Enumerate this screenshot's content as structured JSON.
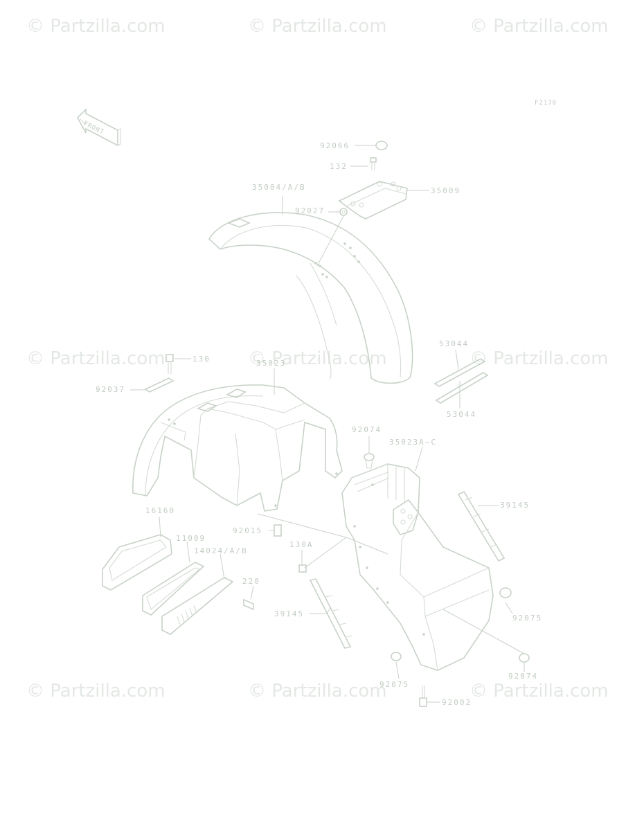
{
  "figure_code": "F2170",
  "front_label": "FRONT",
  "watermark": "© Partzilla.com",
  "colors": {
    "line": "#c8d2c8",
    "text": "#c2ccc2",
    "watermark": "#e4e8e4"
  },
  "labels": {
    "p92066": "92066",
    "p132": "132",
    "p35004": "35004/A/B",
    "p35009": "35009",
    "p92027": "92027",
    "p130": "130",
    "p35023": "35023",
    "p53044a": "53044",
    "p53044b": "53044",
    "p92037": "92037",
    "p92074a": "92074",
    "p35023a": "35023A~C",
    "p39145a": "39145",
    "p16160": "16160",
    "p92015": "92015",
    "p11009": "11009",
    "p14024": "14024/A/B",
    "p130a": "130A",
    "p220": "220",
    "p39145b": "39145",
    "p92075a": "92075",
    "p92074b": "92074",
    "p92075b": "92075",
    "p92002": "92002"
  }
}
